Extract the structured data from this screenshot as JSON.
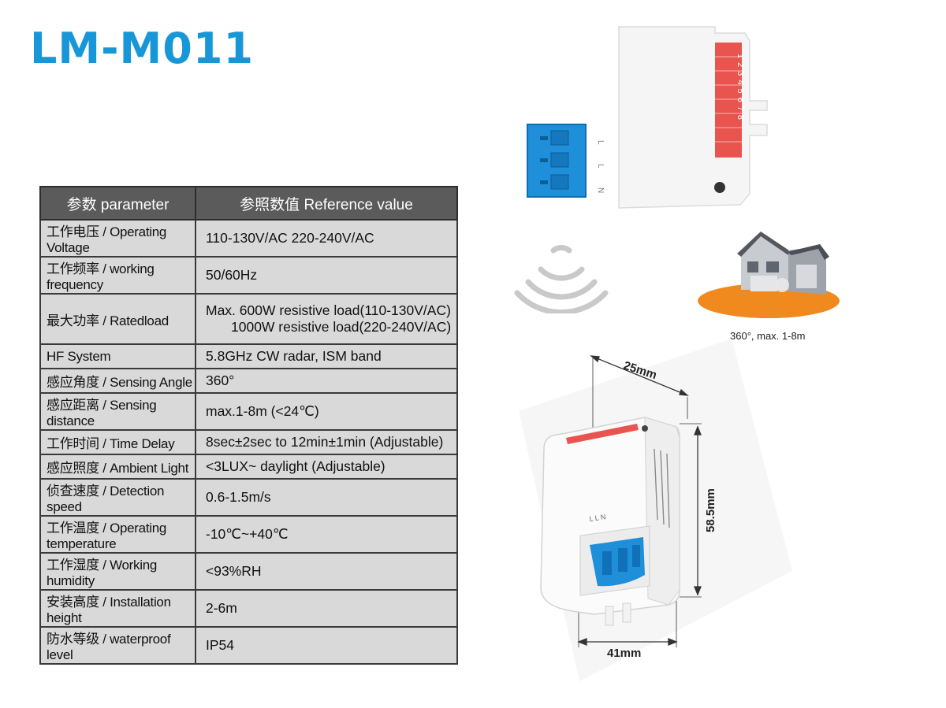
{
  "title": "LM-M011",
  "table": {
    "headers": [
      "参数  parameter",
      "参照数值  Reference value"
    ],
    "rows": [
      {
        "param": "工作电压 / Operating Voltage",
        "value": "110-130V/AC  220-240V/AC"
      },
      {
        "param": "工作频率 / working frequency",
        "value": "50/60Hz"
      },
      {
        "param": "最大功率 / Ratedload",
        "value": "Max. 600W resistive load(110-130V/AC)",
        "value2": "1000W resistive load(220-240V/AC)"
      },
      {
        "param": "HF System",
        "value": "5.8GHz CW radar, ISM band"
      },
      {
        "param": "感应角度 / Sensing Angle",
        "value": "360°"
      },
      {
        "param": "感应距离 / Sensing distance",
        "value": "max.1-8m (<24℃)"
      },
      {
        "param": "工作时间 / Time Delay",
        "value": "8sec±2sec to 12min±1min (Adjustable)"
      },
      {
        "param": "感应照度 / Ambient Light",
        "value": "<3LUX~ daylight (Adjustable)"
      },
      {
        "param": "侦查速度 / Detection speed",
        "value": "0.6-1.5m/s"
      },
      {
        "param": "工作温度 / Operating temperature",
        "value": "-10℃~+40℃"
      },
      {
        "param": "工作湿度 / Working humidity",
        "value": "<93%RH"
      },
      {
        "param": "安装高度 / Installation height",
        "value": "2-6m"
      },
      {
        "param": "防水等级 / waterproof level",
        "value": "IP54"
      }
    ]
  },
  "house_caption": "360°, max. 1-8m",
  "dimensions": {
    "width": "25mm",
    "height": "58.5mm",
    "depth": "41mm"
  },
  "terminal_labels": {
    "top_view": [
      "L",
      "L",
      "N"
    ],
    "iso_view": "L L N"
  },
  "dip_numbers": "12345678",
  "colors": {
    "title": "#1797d8",
    "terminal": "#1e8fd8",
    "dip": "#e9544f",
    "floor": "#f08a1e"
  }
}
